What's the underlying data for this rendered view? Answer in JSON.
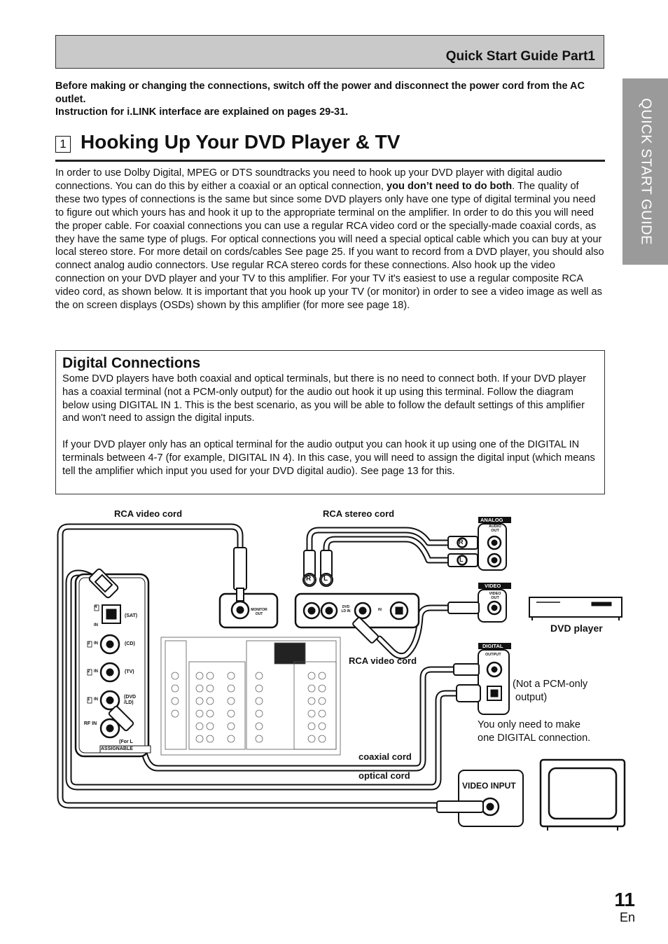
{
  "header": {
    "section": "Quick Start Guide   Part1"
  },
  "side_tab": "QUICK START GUIDE",
  "warning": {
    "line1": "Before making or changing the connections, switch off the power and disconnect the power cord from the AC outlet.",
    "line2": "Instruction for i.LINK interface are explained on pages 29-31."
  },
  "section_title": {
    "number": "1",
    "text": "Hooking Up Your DVD Player & TV"
  },
  "intro": {
    "part1": "In order to use Dolby Digital, MPEG or DTS soundtracks you need to hook up your DVD player with digital audio connections. You can do this by either a coaxial or an optical connection, ",
    "bold": "you don’t need to do both",
    "part2": ". The quality of these two types of connections is the same but since some DVD players only have one type of digital terminal you need to figure out which yours has and hook it up to the appropriate terminal on the amplifier. In order to do this you will need the proper cable. For coaxial connections you can use a regular RCA video cord or the specially-made coaxial cords, as they have the same type of plugs. For optical connections you will need a special optical cable which you can buy at your local stereo store. For more detail on cords/cables See page 25. If you want to record from a DVD player, you should also connect analog audio connectors. Use regular RCA stereo cords for these connections. Also hook up the video connection on your DVD player and your TV to this amplifier. For your TV it's easiest to use a regular composite RCA video cord, as shown below. It is important that you hook up your TV (or monitor) in order to see a video image as well as the on screen displays (OSDs) shown by this amplifier (for more see page 18)."
  },
  "digital": {
    "title": "Digital Connections",
    "para1": "Some DVD players have both coaxial and optical terminals, but there is no need to connect both. If your DVD player has a coaxial terminal (not a PCM-only output) for the audio out hook it up using this terminal. Follow the diagram below using DIGITAL IN 1. This is the best scenario, as you will be able to follow the default settings of this amplifier and won't need to assign the digital inputs.",
    "para2": "If your DVD player only has  an optical terminal for the audio output you can hook it up using one of the DIGITAL IN terminals between 4-7 (for example, DIGITAL IN 4). In this case, you will need to assign the digital input (which means tell the amplifier which input you used for your DVD digital audio). See page 13 for this."
  },
  "diagram": {
    "rca_video_cord_top": "RCA video cord",
    "rca_stereo_cord": "RCA stereo cord",
    "rca_video_cord_mid": "RCA video cord",
    "coaxial_cord": "coaxial cord",
    "optical_cord": "optical cord",
    "dvd_player": "DVD player",
    "not_pcm": "(Not a PCM-only\n output)",
    "one_digital": "You only need to make\none DIGITAL connection.",
    "video_input": "VIDEO INPUT",
    "analog": "ANALOG",
    "audio_out": "AUDIO OUT",
    "video": "VIDEO",
    "video_out": "VIDEO OUT",
    "digital": "DIGITAL",
    "output": "OUTPUT",
    "r": "R",
    "l": "L",
    "monitor_out": "MONITOR OUT",
    "dvd_ld_in": "DVD LD IN",
    "in": "IN",
    "sat": "(SAT)",
    "cd": "(CD)",
    "tv": "(TV)",
    "dvd_ld": "(DVD /LD)",
    "rf_in": "RF IN",
    "for_ld": "(For L",
    "assignable": "ASSIGNABLE",
    "n4": "4",
    "n3": "3",
    "n2": "2",
    "n1": "1"
  },
  "page": {
    "number": "11",
    "lang": "En"
  }
}
